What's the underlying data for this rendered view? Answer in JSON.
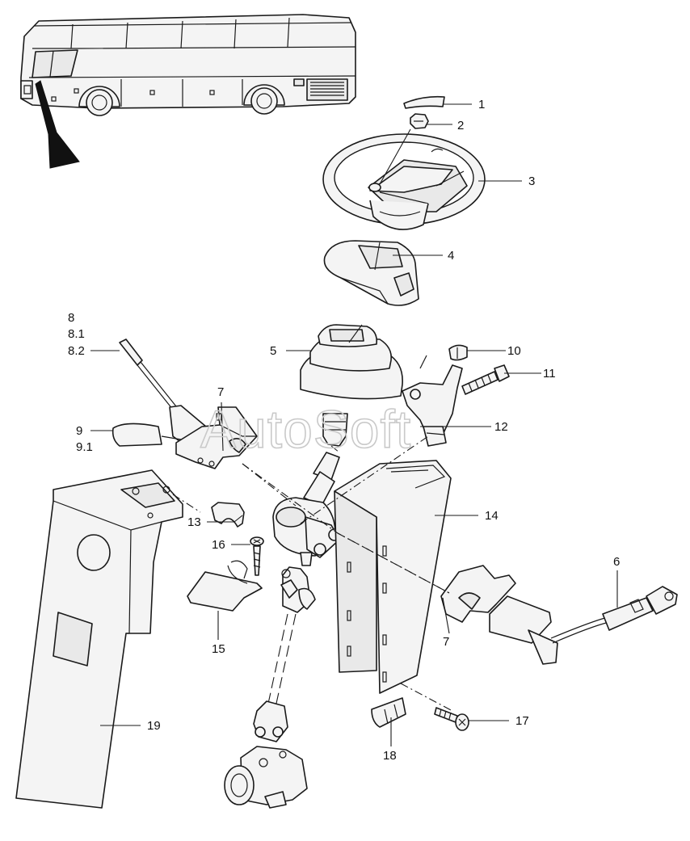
{
  "watermark": "AutoSoft",
  "callouts": {
    "c1": "1",
    "c2": "2",
    "c3": "3",
    "c4": "4",
    "c5": "5",
    "c6": "6",
    "c7a": "7",
    "c7b": "7",
    "c8": "8",
    "c8_1": "8.1",
    "c8_2": "8.2",
    "c9": "9",
    "c9_1": "9.1",
    "c10": "10",
    "c11": "11",
    "c12": "12",
    "c13": "13",
    "c14": "14",
    "c15": "15",
    "c16": "16",
    "c17": "17",
    "c18": "18",
    "c19": "19"
  },
  "colors": {
    "line": "#1a1a1a",
    "fill": "#f4f4f4",
    "watermark": "#c9c9c9"
  }
}
